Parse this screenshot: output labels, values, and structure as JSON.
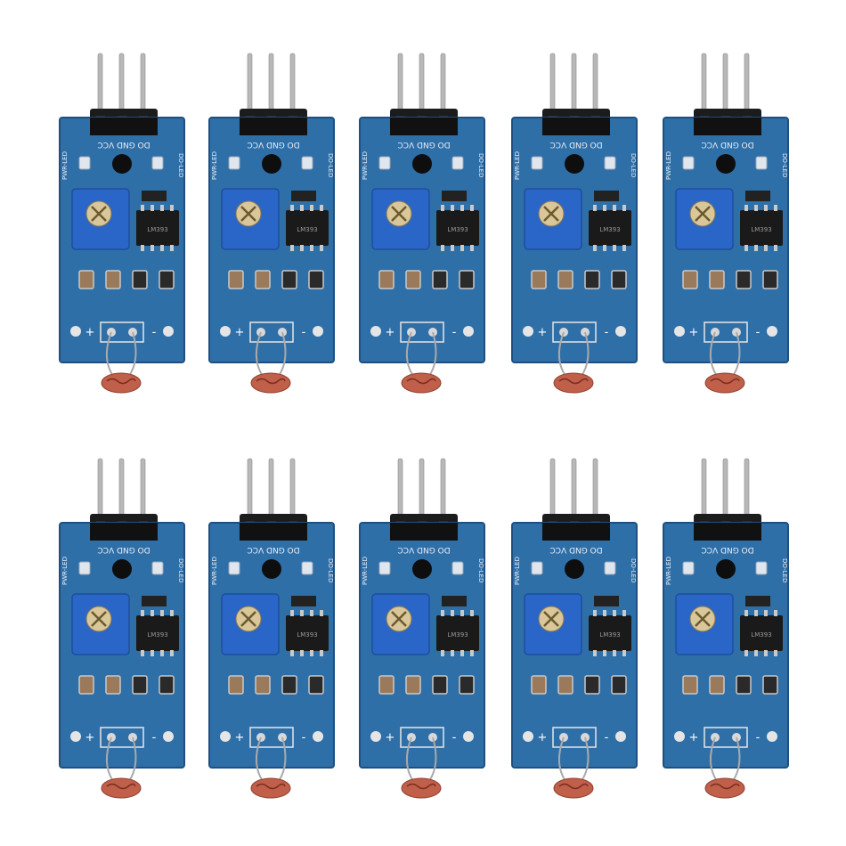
{
  "scene": {
    "background": "#ffffff",
    "pcb_color": "#2f6fa8",
    "pcb_edge_color": "#1f4f80",
    "pot_color": "#2a66c7",
    "pin_color": "#b8b8b8",
    "header_color": "#1c1c1c",
    "ldr_color": "#c0604a",
    "modules": [
      {
        "row": 1,
        "col": 1
      },
      {
        "row": 1,
        "col": 2
      },
      {
        "row": 1,
        "col": 3
      },
      {
        "row": 1,
        "col": 4
      },
      {
        "row": 1,
        "col": 5
      },
      {
        "row": 2,
        "col": 1
      },
      {
        "row": 2,
        "col": 2
      },
      {
        "row": 2,
        "col": 3
      },
      {
        "row": 2,
        "col": 4
      },
      {
        "row": 2,
        "col": 5
      }
    ]
  },
  "module_labels": {
    "pins": "DO GND VCC",
    "pwr_led": "PWR-LED",
    "do_led": "DO-LED",
    "plus": "+",
    "minus": "-",
    "ic_marking": "LM393"
  }
}
